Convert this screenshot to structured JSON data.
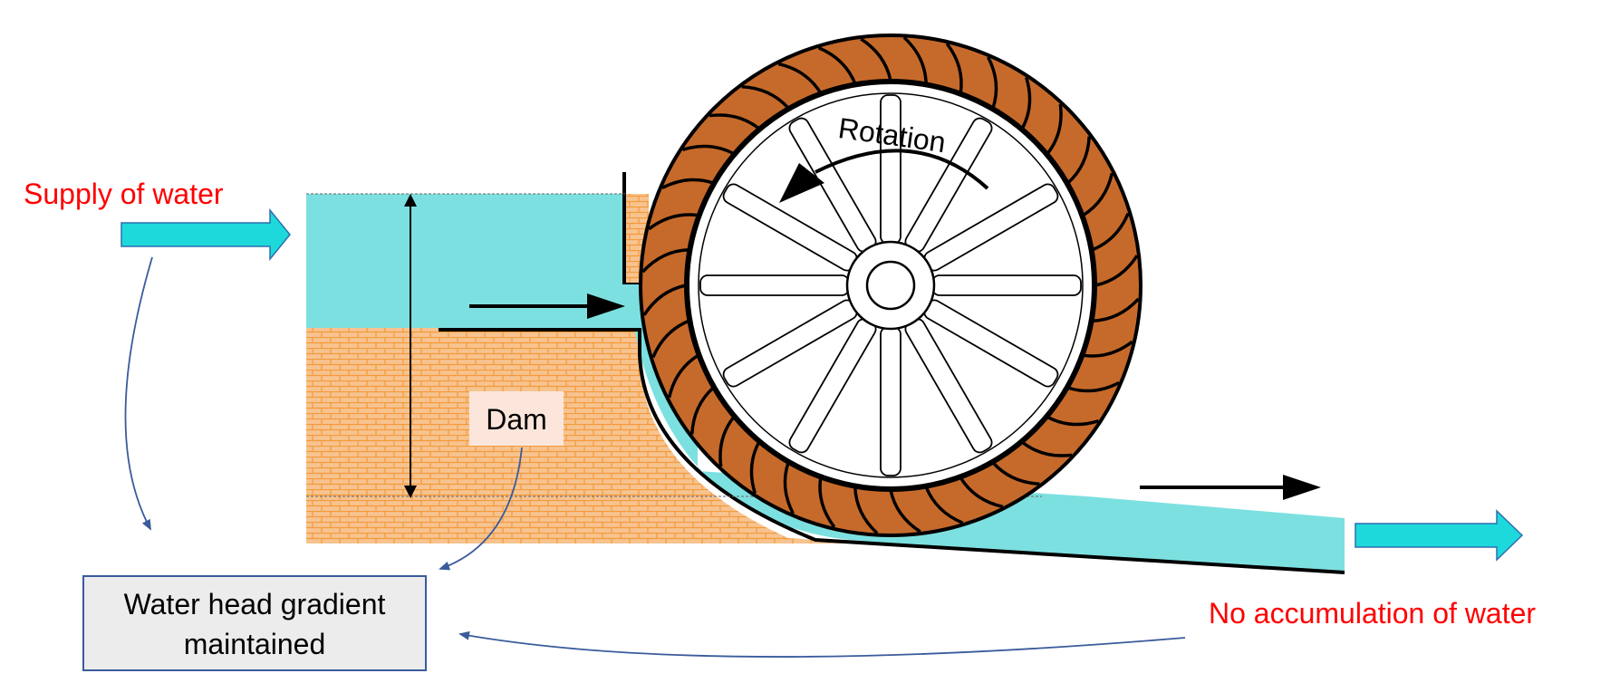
{
  "labels": {
    "supply": "Supply of water",
    "dam": "Dam",
    "rotation": "Rotation",
    "head_gradient_line1": "Water head gradient",
    "head_gradient_line2": "maintained",
    "no_accumulation": "No accumulation of water"
  },
  "colors": {
    "water": "#7de0e0",
    "water_arrow": "#1ed9db",
    "brick": "#f7c38f",
    "brick_line": "#f49a3c",
    "wheel_rim": "#c66a2b",
    "red_text": "#ff0000",
    "connector": "#3a5b9c",
    "box_fill": "#ececec",
    "dam_label_bg": "#fce6db"
  },
  "icons": {
    "inflow": "right-arrow-icon",
    "outflow": "right-arrow-icon",
    "rotation": "curved-arrow-icon"
  }
}
